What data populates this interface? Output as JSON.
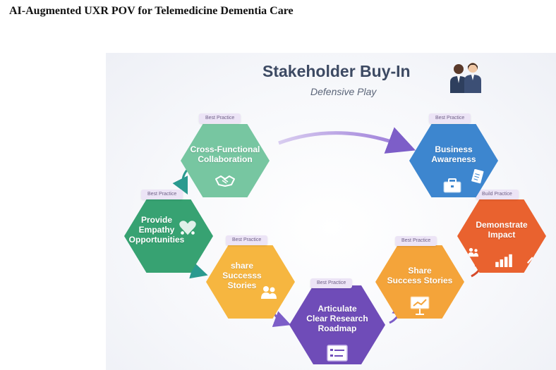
{
  "header": {
    "title": "AI-Augmented UXR POV for Telemedicine Dementia Care"
  },
  "diagram": {
    "title": "Stakeholder Buy-In",
    "subtitle": "Defensive Play",
    "people_icon": "two-people-icon",
    "nodes": [
      {
        "id": "cross-functional",
        "tag": "Best Practice",
        "label": "Cross-Functional\nCollaboration",
        "color": "#77c6a1",
        "icon": "handshake-icon"
      },
      {
        "id": "empathy",
        "tag": "Best Practice",
        "label": "Provide\nEmpathy\nOpportunities",
        "color": "#37a272",
        "icon": "hearts-icon"
      },
      {
        "id": "share-success-left",
        "tag": "Best Practice",
        "label": "share\nSuccesss\nStories",
        "color": "#f6b640",
        "icon": "people-icon"
      },
      {
        "id": "roadmap",
        "tag": "Best Practice",
        "label": "Articulate\nClear Research\nRoadmap",
        "color": "#6f4cb8",
        "icon": "checklist-icon"
      },
      {
        "id": "share-success-right",
        "tag": "Best Practice",
        "label": "Share\nSuccess Stories",
        "color": "#f4a43a",
        "icon": "presentation-icon"
      },
      {
        "id": "impact",
        "tag": "Build Practice",
        "label": "Demonstrate\nImpact",
        "color": "#e9622f",
        "icon": "bar-chart-icon"
      },
      {
        "id": "business",
        "tag": "Best Practice",
        "label": "Business\nAwareness",
        "color": "#3d86cf",
        "icon": "briefcase-icon"
      }
    ]
  }
}
